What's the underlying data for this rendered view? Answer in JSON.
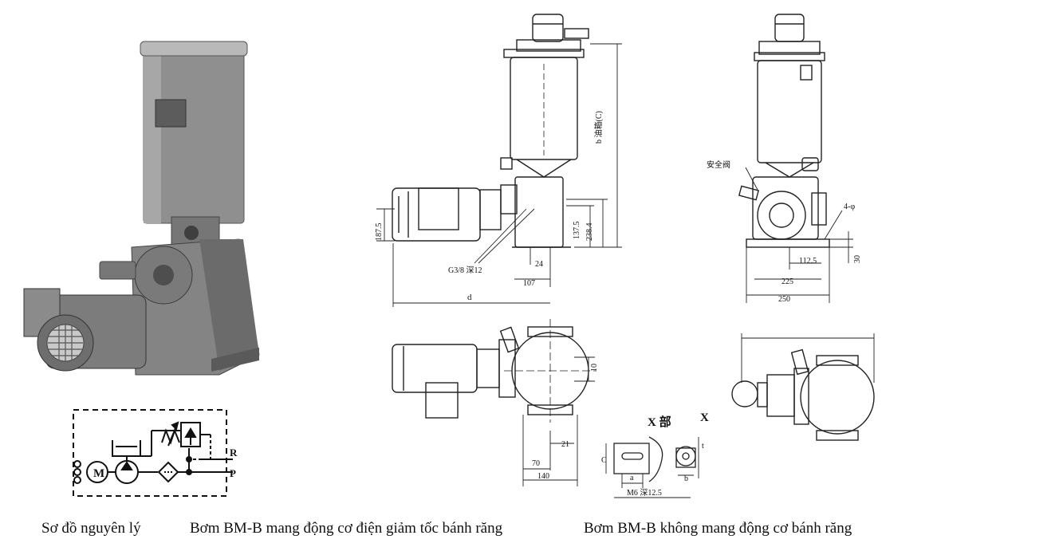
{
  "captions": {
    "schematic": "Sơ đồ nguyên lý",
    "with_motor": "Bơm BM-B mang động cơ điện giảm tốc bánh răng",
    "without_motor": "Bơm BM-B không mang động cơ  bánh răng"
  },
  "schematic": {
    "motor_symbol": "M",
    "port_r": "R",
    "port_p": "P"
  },
  "drawing_labels": {
    "height_b": "b 油箱(C)",
    "dim_137_5": "137.5",
    "dim_238_4": "238.4",
    "dim_187_5": "187.5",
    "dim_24": "24",
    "dim_107": "107",
    "dim_d": "d",
    "port_thread": "G3/8 深12",
    "relief_valve": "安全阀",
    "dim_112_5": "112.5",
    "dim_225": "225",
    "dim_250": "250",
    "dim_30": "30",
    "dim_phi": "4-φ",
    "dim_10": "10",
    "dim_21": "21",
    "dim_70": "70",
    "dim_140": "140",
    "detail_x_title": "X 部",
    "detail_x_marker": "X",
    "dim_c": "C",
    "dim_a": "a",
    "dim_b": "b",
    "dim_t": "t",
    "thread_m6": "M6 深12.5"
  }
}
